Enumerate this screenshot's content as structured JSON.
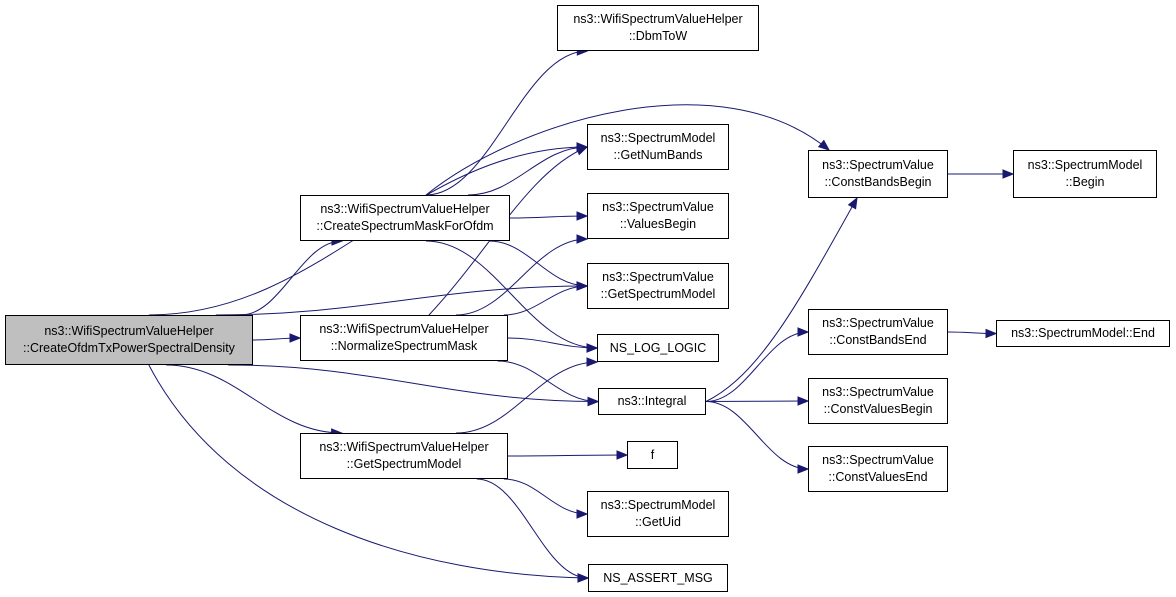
{
  "graph": {
    "colors": {
      "edge": "#191970",
      "root_fill": "#bfbfbf",
      "node_fill": "#ffffff",
      "border": "#000000"
    },
    "nodes": [
      {
        "id": "root",
        "lines": [
          "ns3::WifiSpectrumValueHelper",
          "::CreateOfdmTxPowerSpectralDensity"
        ],
        "highlighted": true
      },
      {
        "id": "create_mask",
        "lines": [
          "ns3::WifiSpectrumValueHelper",
          "::CreateSpectrumMaskForOfdm"
        ]
      },
      {
        "id": "normalize_mask",
        "lines": [
          "ns3::WifiSpectrumValueHelper",
          "::NormalizeSpectrumMask"
        ]
      },
      {
        "id": "wsvh_get_model",
        "lines": [
          "ns3::WifiSpectrumValueHelper",
          "::GetSpectrumModel"
        ]
      },
      {
        "id": "dbm_to_w",
        "lines": [
          "ns3::WifiSpectrumValueHelper",
          "::DbmToW"
        ]
      },
      {
        "id": "get_num_bands",
        "lines": [
          "ns3::SpectrumModel",
          "::GetNumBands"
        ]
      },
      {
        "id": "values_begin",
        "lines": [
          "ns3::SpectrumValue",
          "::ValuesBegin"
        ]
      },
      {
        "id": "sv_get_model",
        "lines": [
          "ns3::SpectrumValue",
          "::GetSpectrumModel"
        ]
      },
      {
        "id": "ns_log_logic",
        "lines": [
          "NS_LOG_LOGIC"
        ]
      },
      {
        "id": "integral",
        "lines": [
          "ns3::Integral"
        ]
      },
      {
        "id": "f",
        "lines": [
          "f"
        ]
      },
      {
        "id": "get_uid",
        "lines": [
          "ns3::SpectrumModel",
          "::GetUid"
        ]
      },
      {
        "id": "ns_assert_msg",
        "lines": [
          "NS_ASSERT_MSG"
        ]
      },
      {
        "id": "const_bands_begin",
        "lines": [
          "ns3::SpectrumValue",
          "::ConstBandsBegin"
        ]
      },
      {
        "id": "const_bands_end",
        "lines": [
          "ns3::SpectrumValue",
          "::ConstBandsEnd"
        ]
      },
      {
        "id": "const_values_begin",
        "lines": [
          "ns3::SpectrumValue",
          "::ConstValuesBegin"
        ]
      },
      {
        "id": "const_values_end",
        "lines": [
          "ns3::SpectrumValue",
          "::ConstValuesEnd"
        ]
      },
      {
        "id": "sm_begin",
        "lines": [
          "ns3::SpectrumModel",
          "::Begin"
        ]
      },
      {
        "id": "sm_end",
        "lines": [
          "ns3::SpectrumModel::End"
        ]
      }
    ],
    "edges": [
      [
        "root",
        "create_mask"
      ],
      [
        "root",
        "get_num_bands"
      ],
      [
        "root",
        "sv_get_model"
      ],
      [
        "root",
        "normalize_mask"
      ],
      [
        "root",
        "integral"
      ],
      [
        "root",
        "wsvh_get_model"
      ],
      [
        "root",
        "ns_assert_msg"
      ],
      [
        "create_mask",
        "dbm_to_w"
      ],
      [
        "create_mask",
        "const_bands_begin"
      ],
      [
        "create_mask",
        "get_num_bands"
      ],
      [
        "create_mask",
        "values_begin"
      ],
      [
        "create_mask",
        "sv_get_model"
      ],
      [
        "create_mask",
        "ns_log_logic"
      ],
      [
        "normalize_mask",
        "get_num_bands"
      ],
      [
        "normalize_mask",
        "values_begin"
      ],
      [
        "normalize_mask",
        "sv_get_model"
      ],
      [
        "normalize_mask",
        "ns_log_logic"
      ],
      [
        "normalize_mask",
        "integral"
      ],
      [
        "wsvh_get_model",
        "ns_log_logic"
      ],
      [
        "wsvh_get_model",
        "f"
      ],
      [
        "wsvh_get_model",
        "get_uid"
      ],
      [
        "wsvh_get_model",
        "ns_assert_msg"
      ],
      [
        "integral",
        "const_bands_begin"
      ],
      [
        "integral",
        "const_bands_end"
      ],
      [
        "integral",
        "const_values_begin"
      ],
      [
        "integral",
        "const_values_end"
      ],
      [
        "const_bands_begin",
        "sm_begin"
      ],
      [
        "const_bands_end",
        "sm_end"
      ]
    ]
  }
}
